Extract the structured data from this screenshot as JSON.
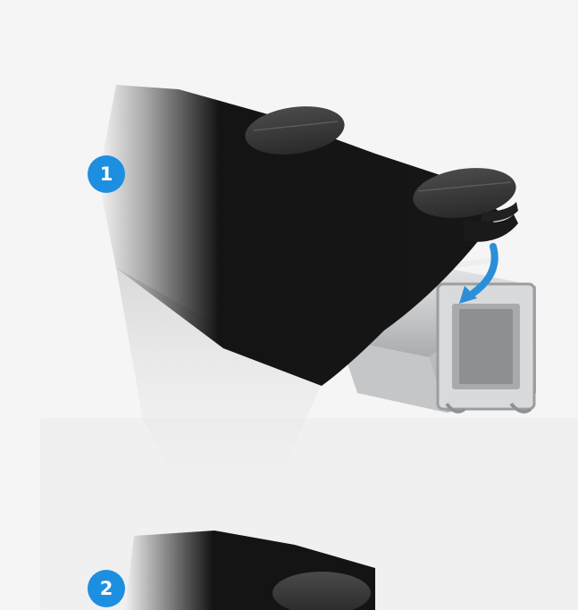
{
  "steps": [
    {
      "number": "1"
    },
    {
      "number": "2"
    }
  ],
  "colors": {
    "background": "#f5f5f5",
    "badge": "#1d8fe0",
    "fabric": "#141414",
    "clip": "#3a3a3a",
    "rail": "#b9bcbf",
    "arrow": "#2a8fd8"
  },
  "icons": {
    "fabric_panel": "fabric-panel-image",
    "clip": "clip-icon",
    "rail": "aluminum-rail-profile",
    "arrow": "insert-arrow-icon"
  }
}
